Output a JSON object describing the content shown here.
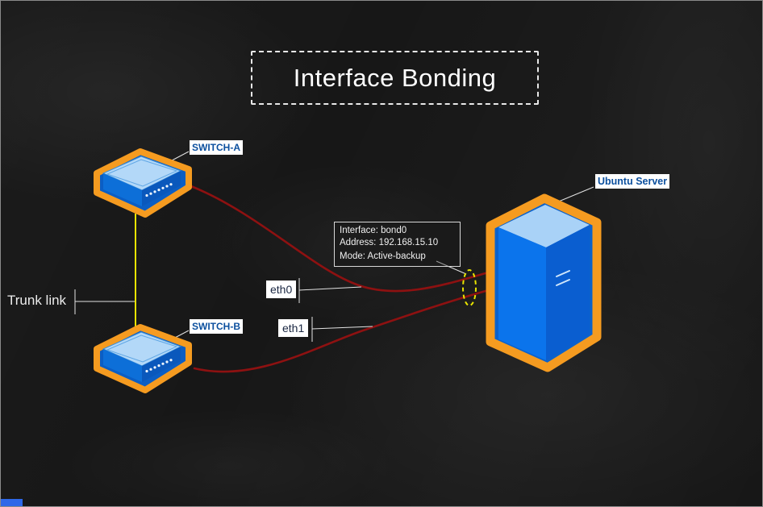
{
  "title": "Interface Bonding",
  "nodes": {
    "switch_a": {
      "label": "SWITCH-A"
    },
    "switch_b": {
      "label": "SWITCH-B"
    },
    "server": {
      "label": "Ubuntu Server"
    }
  },
  "links": {
    "trunk": {
      "label": "Trunk link"
    },
    "eth0": {
      "label": "eth0"
    },
    "eth1": {
      "label": "eth1"
    }
  },
  "bond_info": {
    "interface_line": "Interface: bond0",
    "address_line": "Address: 192.168.15.10",
    "mode_line": "Mode: Active-backup"
  },
  "colors": {
    "cable": "#8e1111",
    "trunk_line": "#e8e400",
    "node_border": "#f59b20",
    "label_blue": "#0b4f9e",
    "chalk_white": "#ececec"
  }
}
